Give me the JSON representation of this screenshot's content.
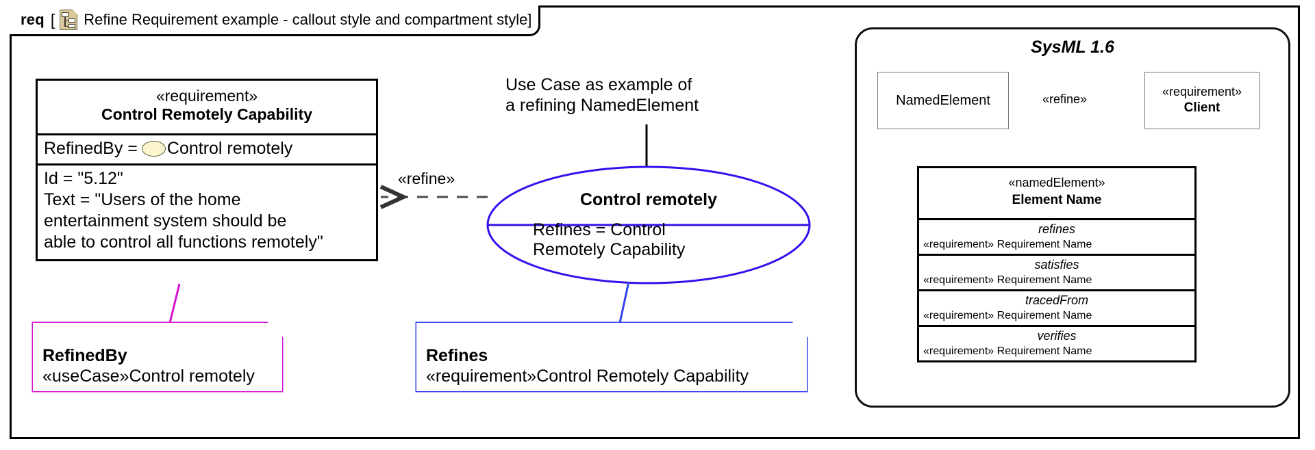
{
  "frame": {
    "kind": "req",
    "bracket_open": "[",
    "title": "Refine Requirement example - callout style and compartment style]",
    "icon": "requirement-diagram-icon"
  },
  "requirement_box": {
    "stereotype": "«requirement»",
    "name": "Control Remotely Capability",
    "refined_by_label": "RefinedBy = ",
    "refined_by_value": "Control remotely",
    "refined_by_icon": "use-case-ellipse-icon",
    "properties": "Id = \"5.12\"\nText = \"Users of the home\nentertainment system should be\nable to control all functions remotely\""
  },
  "use_case_note": {
    "text": "Use Case as example of\na refining NamedElement"
  },
  "use_case_ellipse": {
    "name": "Control remotely",
    "properties": "Refines = Control\nRemotely Capability",
    "color": "#3311ee"
  },
  "refine_dependency": {
    "label": "«refine»"
  },
  "callouts": [
    {
      "title": "RefinedBy",
      "value": "«useCase»Control remotely",
      "color": "#d613d6"
    },
    {
      "title": "Refines",
      "value": "«requirement»Control Remotely Capability",
      "color": "#3344ee"
    }
  ],
  "sysml_panel": {
    "title": "SysML 1.6",
    "named_element": "NamedElement",
    "client": {
      "stereotype": "«requirement»",
      "name": "Client"
    },
    "refine_label": "«refine»",
    "element_table": {
      "stereotype": "«namedElement»",
      "name": "Element Name",
      "rows": [
        {
          "relation": "refines",
          "value": "«requirement» Requirement Name"
        },
        {
          "relation": "satisfies",
          "value": "«requirement» Requirement Name"
        },
        {
          "relation": "tracedFrom",
          "value": "«requirement» Requirement Name"
        },
        {
          "relation": "verifies",
          "value": "«requirement» Requirement Name"
        }
      ]
    }
  }
}
